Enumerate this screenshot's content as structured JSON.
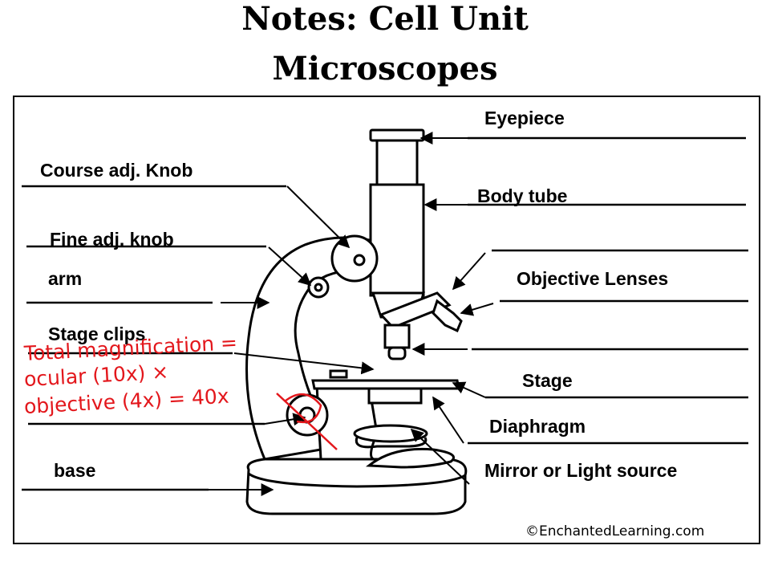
{
  "title": {
    "line1": "Notes: Cell Unit",
    "line2": "Microscopes"
  },
  "labels": {
    "eyepiece": "Eyepiece",
    "course_knob": "Course adj. Knob",
    "body_tube": "Body tube",
    "fine_knob": "Fine adj. knob",
    "arm": "arm",
    "objective_lenses": "Objective Lenses",
    "stage_clips": "Stage clips",
    "stage": "Stage",
    "diaphragm": "Diaphragm",
    "base": "base",
    "mirror": "Mirror or Light source"
  },
  "handwriting": {
    "line1": "Total magnification =",
    "line2": "ocular (10x) ×",
    "line3": "objective (4x) = 40x"
  },
  "credit": "©EnchantedLearning.com",
  "colors": {
    "ink": "#000000",
    "handwriting": "#e3171c"
  }
}
